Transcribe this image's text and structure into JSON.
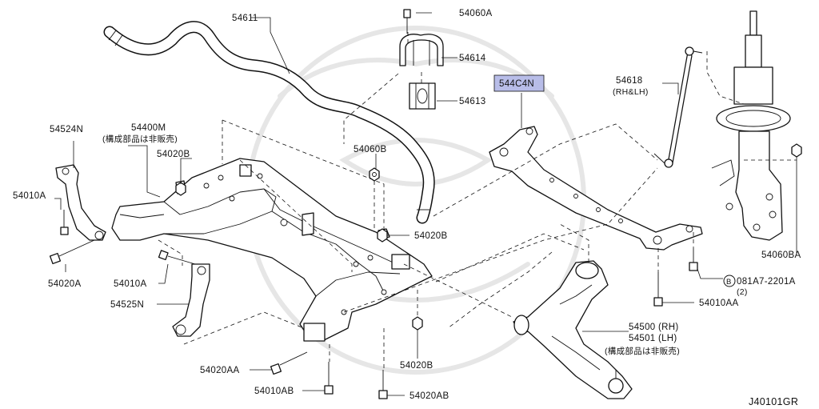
{
  "diagram_code": "J40101GR",
  "highlight_color": "#b8bde8",
  "labels": {
    "p54611": "54611",
    "p54060A": "54060A",
    "p54614": "54614",
    "p54613": "54613",
    "p544C4N": "544C4N",
    "p54618": "54618",
    "p54618_sub": "(RH&LH)",
    "p54524N": "54524N",
    "p54400M": "54400M",
    "p54400M_sub": "(構成部品は非販売)",
    "p54020B_top": "54020B",
    "p54060B": "54060B",
    "p54010A_left": "54010A",
    "p54020B_mid": "54020B",
    "p54020A": "54020A",
    "p54010A_mid": "54010A",
    "p54525N": "54525N",
    "p54060BA": "54060BA",
    "p081A7": "081A7-2201A",
    "p081A7_prefix": "B",
    "p081A7_qty": "(2)",
    "p54010AA": "54010AA",
    "p54500": "54500 (RH)",
    "p54501": "54501 (LH)",
    "p54500_sub": "(構成部品は非販売)",
    "p54020B_low": "54020B",
    "p54020AA": "54020AA",
    "p54010AB": "54010AB",
    "p54020AB": "54020AB"
  }
}
